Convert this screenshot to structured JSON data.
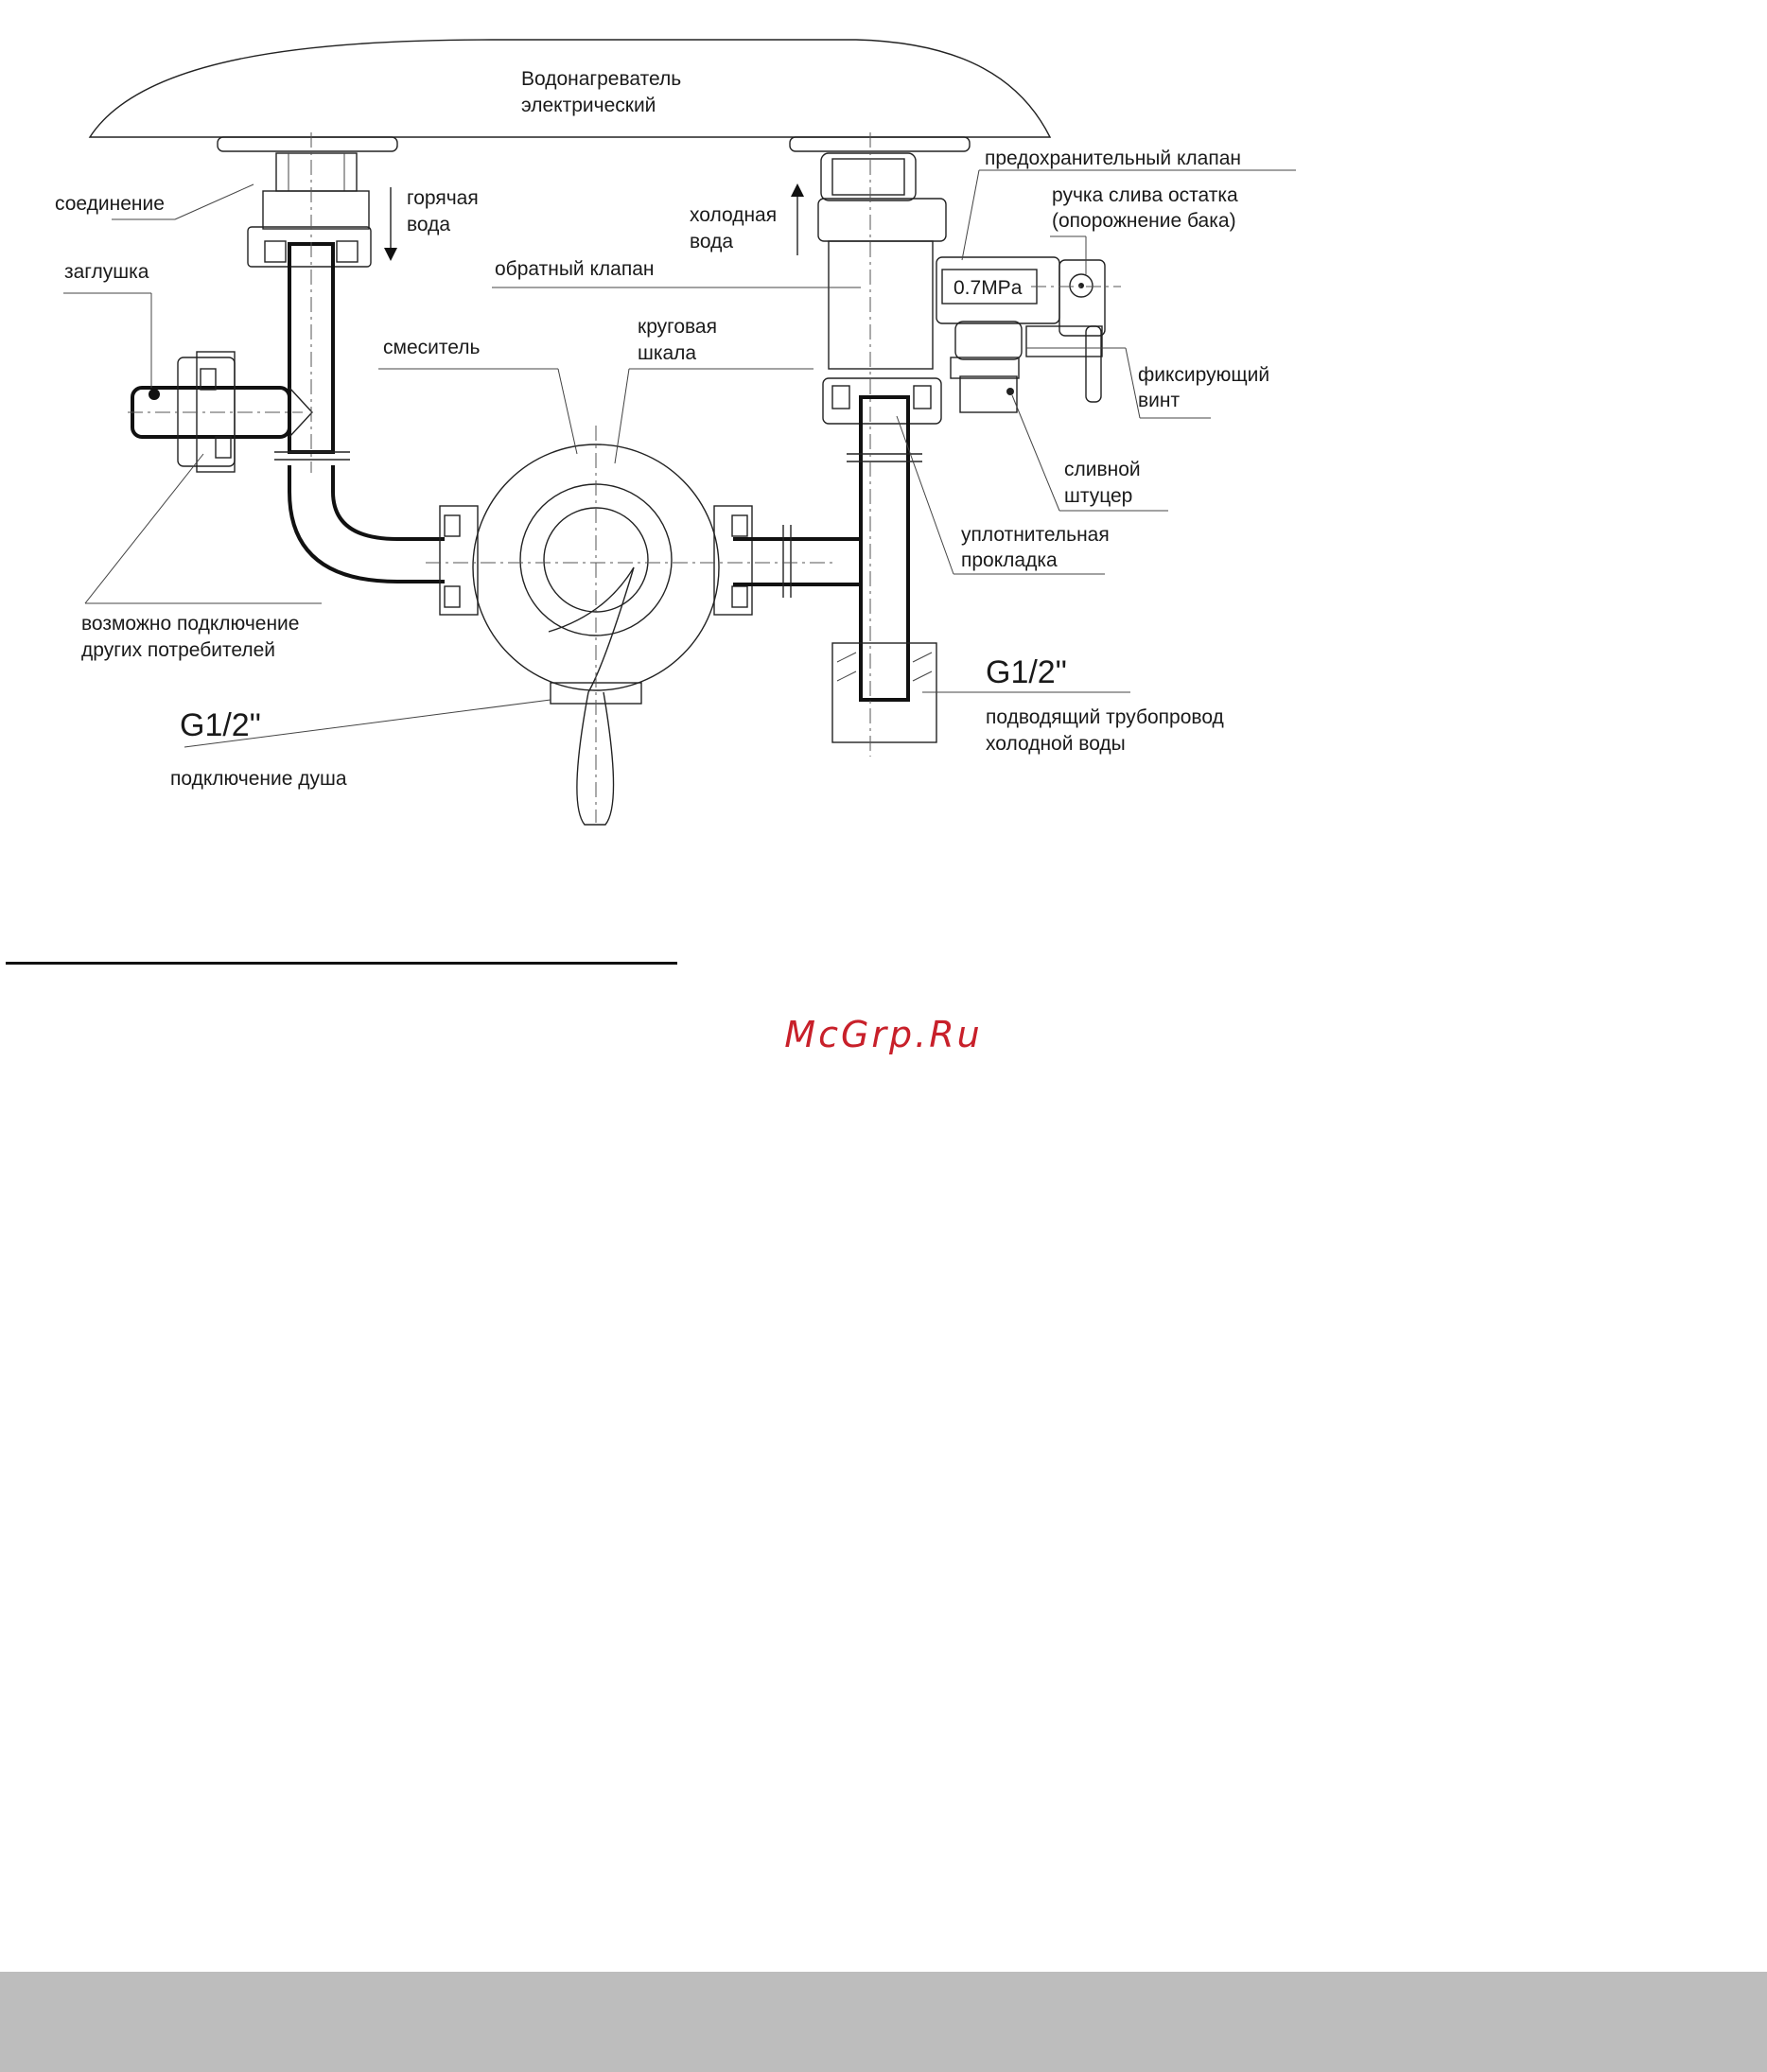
{
  "diagram": {
    "heater_line1": "Водонагреватель",
    "heater_line2": "электрический",
    "connection": "соединение",
    "hot_water_1": "горячая",
    "hot_water_2": "вода",
    "cold_water_1": "холодная",
    "cold_water_2": "вода",
    "plug": "заглушка",
    "check_valve": "обратный клапан",
    "safety_valve": "предохранительный клапан",
    "drain_handle_1": "ручка слива остатка",
    "drain_handle_2": "(опорожнение бака)",
    "pressure": "0.7MPa",
    "mixer": "смеситель",
    "dial_1": "круговая",
    "dial_2": "шкала",
    "fixing_screw_1": "фиксирующий",
    "fixing_screw_2": "винт",
    "drain_fitting_1": "сливной",
    "drain_fitting_2": "штуцер",
    "gasket_1": "уплотнительная",
    "gasket_2": "прокладка",
    "other_consumers_1": "возможно подключение",
    "other_consumers_2": "других потребителей",
    "thread_left": "G1/2\"",
    "thread_right": "G1/2\"",
    "shower_connection": "подключение душа",
    "supply_pipe_1": "подводящий трубопровод",
    "supply_pipe_2": "холодной воды"
  },
  "watermark": "McGrp.Ru"
}
